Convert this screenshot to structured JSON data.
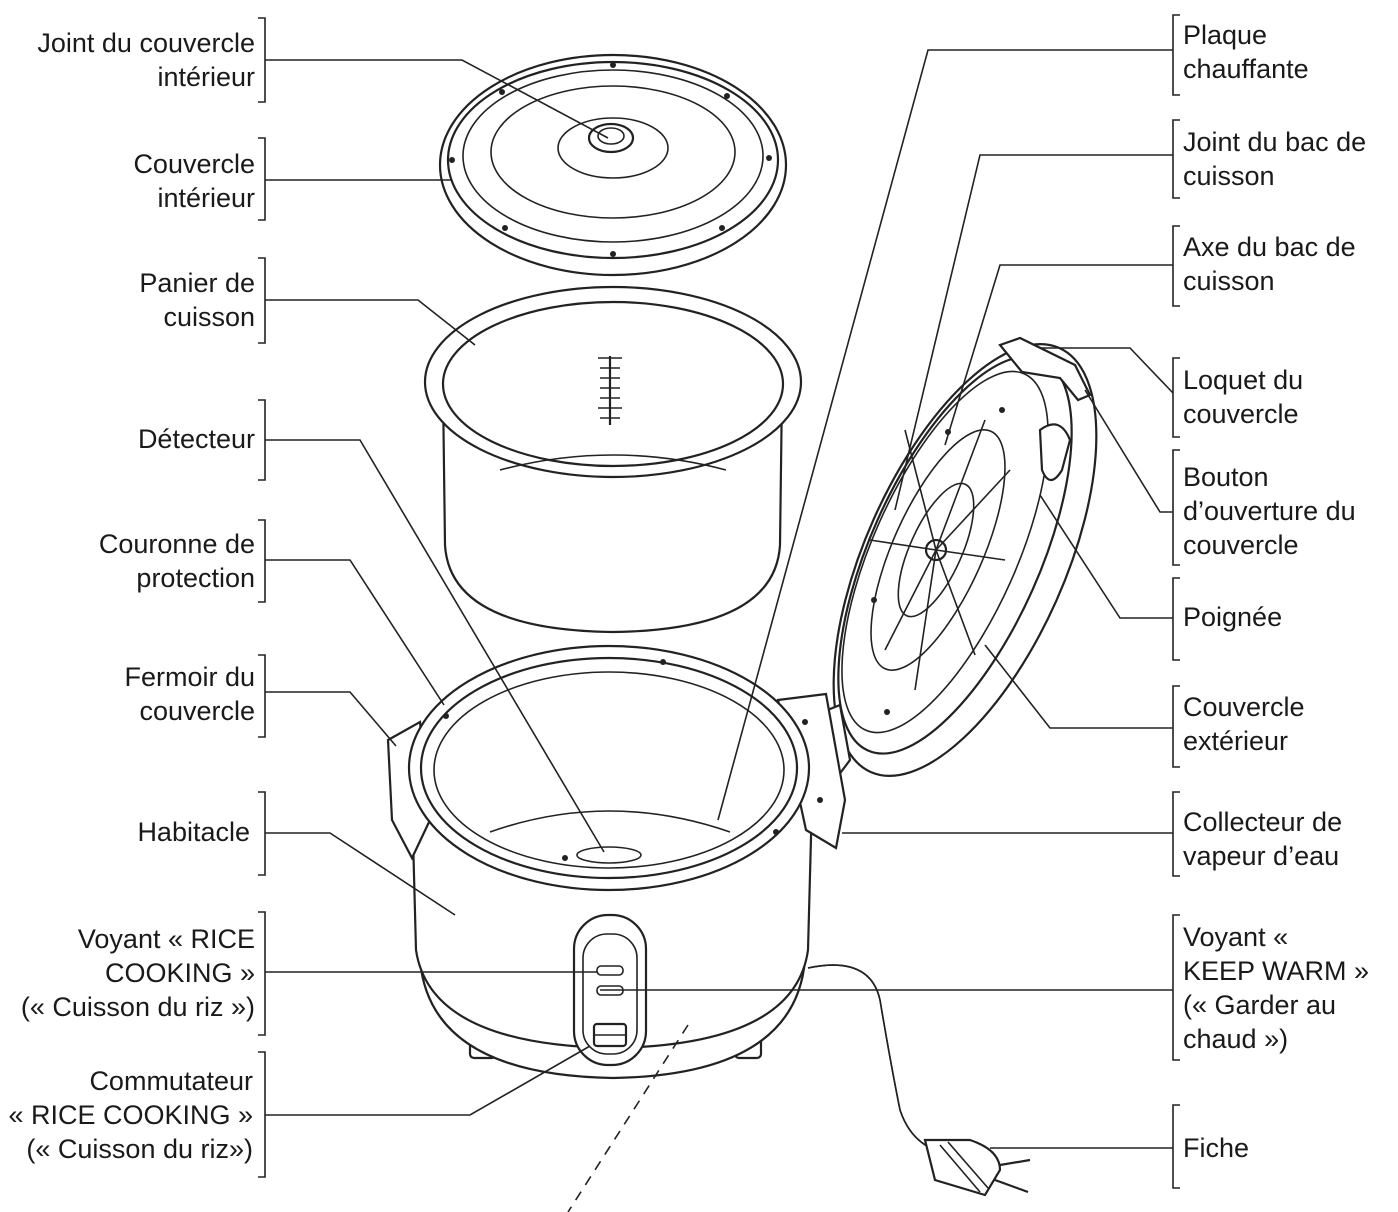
{
  "labels": {
    "joint_couvercle_interieur": "Joint du couvercle\nintérieur",
    "couvercle_interieur": "Couvercle\nintérieur",
    "panier_cuisson": "Panier de\ncuisson",
    "detecteur": "Détecteur",
    "couronne_protection": "Couronne de\nprotection",
    "fermoir_couvercle": "Fermoir du\ncouvercle",
    "habitacle": "Habitacle",
    "voyant_rice_cooking": "Voyant « RICE\nCOOKING »\n(« Cuisson du riz »)",
    "commutateur_rice_cooking": "Commutateur\n« RICE COOKING »\n(« Cuisson du riz»)",
    "plaque_chauffante": "Plaque\nchauffante",
    "joint_bac_cuisson": "Joint du bac de\ncuisson",
    "axe_bac_cuisson": "Axe du bac de\ncuisson",
    "loquet_couvercle": "Loquet du\ncouvercle",
    "bouton_ouverture": "Bouton\nd’ouverture du\ncouvercle",
    "poignee": "Poignée",
    "couvercle_exterieur": "Couvercle\nextérieur",
    "collecteur_vapeur": "Collecteur de\nvapeur d’eau",
    "voyant_keep_warm": "Voyant «\nKEEP WARM »\n(« Garder au\nchaud »)",
    "fiche": "Fiche"
  }
}
